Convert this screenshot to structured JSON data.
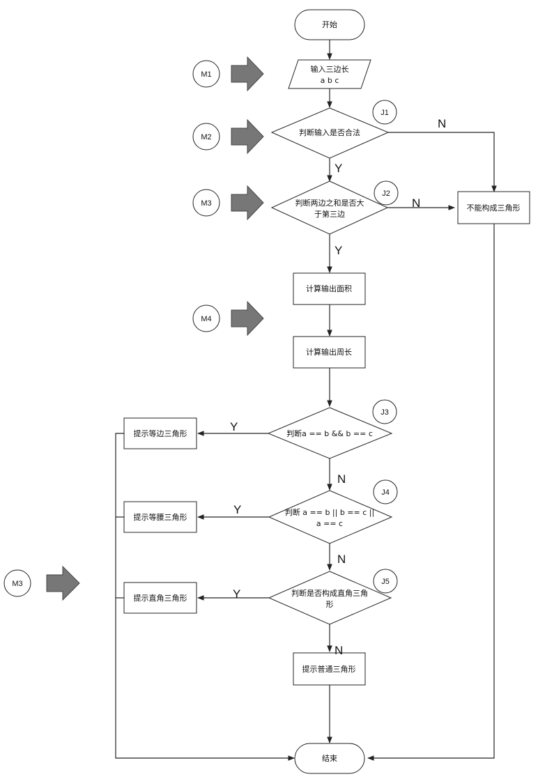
{
  "nodes": {
    "start": "开始",
    "input_line1": "输入三边长",
    "input_line2": "a b c",
    "j1_text": "判断输入是否合法",
    "j2_line1": "判断两边之和是否大",
    "j2_line2": "于第三边",
    "area": "计算输出面积",
    "perimeter": "计算输出周长",
    "not_triangle": "不能构成三角形",
    "j3_text": "判断a == b && b == c",
    "j4_line1": "判断 a == b || b == c ||",
    "j4_line2": "a == c",
    "j5_line1": "判断是否构成直角三角",
    "j5_line2": "形",
    "equilateral": "提示等边三角形",
    "isosceles": "提示等腰三角形",
    "right": "提示直角三角形",
    "normal": "提示普通三角形",
    "end": "结束"
  },
  "badges": {
    "j1": "J1",
    "j2": "J2",
    "j3": "J3",
    "j4": "J4",
    "j5": "J5"
  },
  "markers": {
    "m1": "M1",
    "m2": "M2",
    "m3a": "M3",
    "m4": "M4",
    "m3b": "M3"
  },
  "edge_labels": {
    "j1_no": "N",
    "j1_yes": "Y",
    "j2_no": "N",
    "j2_yes": "Y",
    "j3_yes": "Y",
    "j3_no": "N",
    "j4_yes": "Y",
    "j4_no": "N",
    "j5_yes": "Y",
    "j5_no": "N"
  },
  "colors": {
    "side_arrow_fill": "#777777",
    "stroke": "#222222"
  }
}
